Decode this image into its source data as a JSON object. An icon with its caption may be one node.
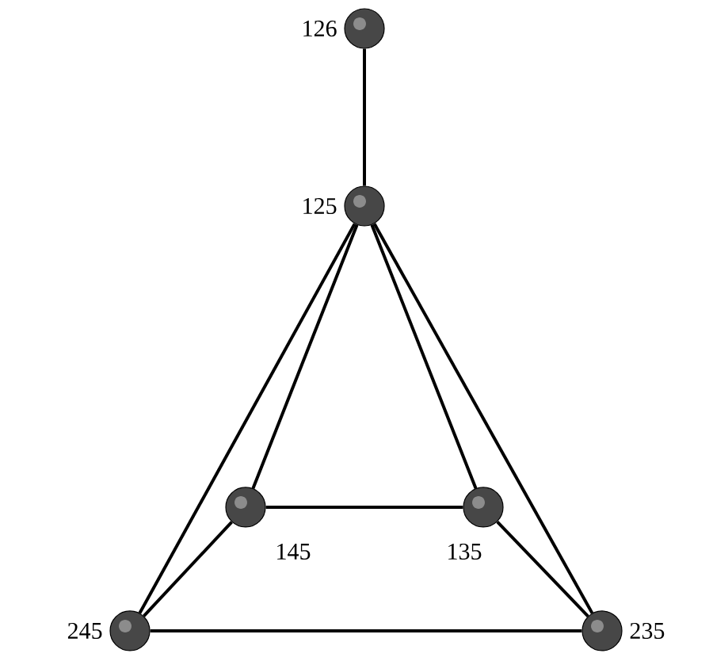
{
  "diagram": {
    "nodes": [
      {
        "text": [],
        "shape": "circle",
        "beside": [
          "126"
        ]
      },
      {
        "text": [],
        "shape": "circle",
        "beside": [
          "125"
        ]
      },
      {
        "text": [],
        "shape": "circle",
        "beside": [
          "145"
        ]
      },
      {
        "text": [],
        "shape": "circle",
        "beside": [
          "135"
        ]
      },
      {
        "text": [],
        "shape": "circle",
        "beside": [
          "245"
        ]
      },
      {
        "text": [],
        "shape": "circle",
        "beside": [
          "235"
        ]
      }
    ],
    "edges": [
      {
        "from": 0,
        "to": 1,
        "arrow": "none"
      },
      {
        "from": 1,
        "to": 2,
        "arrow": "none"
      },
      {
        "from": 1,
        "to": 3,
        "arrow": "none"
      },
      {
        "from": 1,
        "to": 4,
        "arrow": "none"
      },
      {
        "from": 1,
        "to": 5,
        "arrow": "none"
      },
      {
        "from": 2,
        "to": 3,
        "arrow": "none"
      },
      {
        "from": 2,
        "to": 4,
        "arrow": "none"
      },
      {
        "from": 3,
        "to": 5,
        "arrow": "none"
      },
      {
        "from": 4,
        "to": 5,
        "arrow": "none"
      }
    ]
  }
}
